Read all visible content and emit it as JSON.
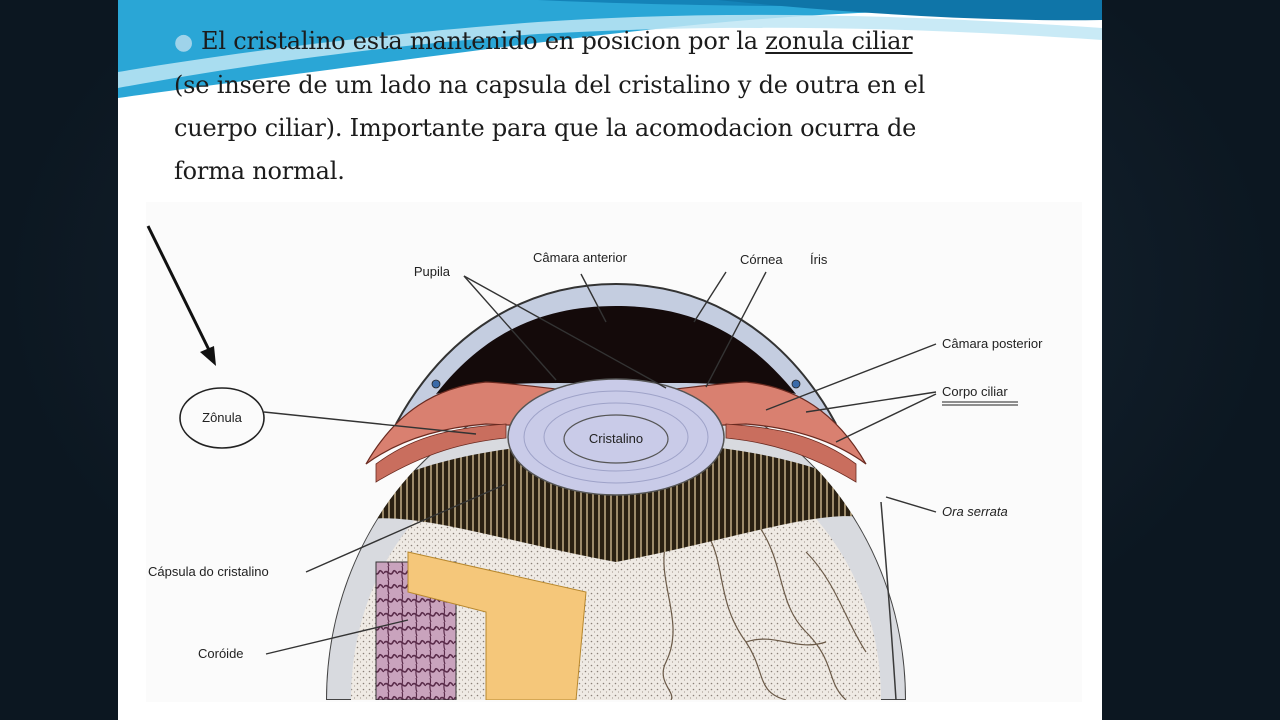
{
  "paragraph": {
    "line1_pre": "El cristalino esta mantenido en posicion por la ",
    "line1_link": "zonula ciliar",
    "line2": "(se insere de um lado na capsula del cristalino y de outra en el",
    "line3": "cuerpo ciliar). Importante para que la acomodacion ocurra de",
    "line4": "forma normal."
  },
  "diagram": {
    "labels": {
      "pupila": "Pupila",
      "camara_anterior": "Câmara anterior",
      "cornea": "Córnea",
      "iris": "Íris",
      "camara_posterior": "Câmara posterior",
      "corpo_ciliar": "Corpo ciliar",
      "zonula": "Zônula",
      "cristalino": "Cristalino",
      "ora_serrata": "Ora serrata",
      "capsula": "Cápsula do cristalino",
      "coroide": "Coróide"
    }
  },
  "colors": {
    "swoosh_dark": "#1797c9",
    "swoosh_light": "#bfe6f4",
    "lens": "#c9cbe8",
    "iris_ciliary": "#d98070",
    "chamber": "#140a0a",
    "choroid": "#b58aa6",
    "retina_orange": "#f5c77a"
  }
}
